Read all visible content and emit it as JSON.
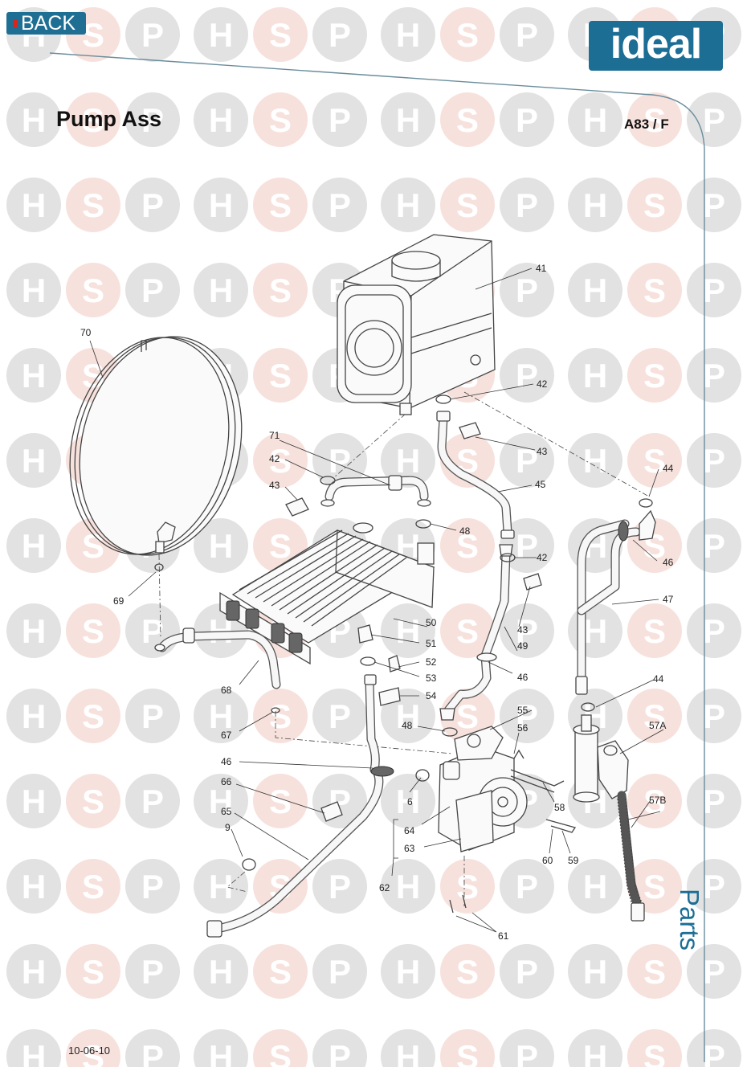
{
  "header": {
    "back_label": "BACK",
    "logo_text": "ideal"
  },
  "page": {
    "title": "Pump Ass",
    "model": "A83 / F",
    "section_tab": "Parts",
    "date": "10-06-10"
  },
  "watermark": {
    "letters": [
      "H",
      "S",
      "P"
    ],
    "colors": {
      "H": "#e2e2e2",
      "S": "#f7e1dc",
      "P": "#e2e2e2"
    }
  },
  "colors": {
    "brand_blue": "#1d6e95",
    "back_bullet": "#d7261e"
  },
  "diagram": {
    "labels": [
      "41",
      "42",
      "42",
      "42",
      "43",
      "43",
      "43",
      "44",
      "44",
      "45",
      "46",
      "46",
      "46",
      "46",
      "47",
      "48",
      "48",
      "49",
      "50",
      "51",
      "52",
      "53",
      "54",
      "55",
      "56",
      "57A",
      "57B",
      "58",
      "59",
      "60",
      "61",
      "62",
      "63",
      "64",
      "6",
      "65",
      "66",
      "67",
      "68",
      "69",
      "70",
      "71",
      "9"
    ]
  }
}
